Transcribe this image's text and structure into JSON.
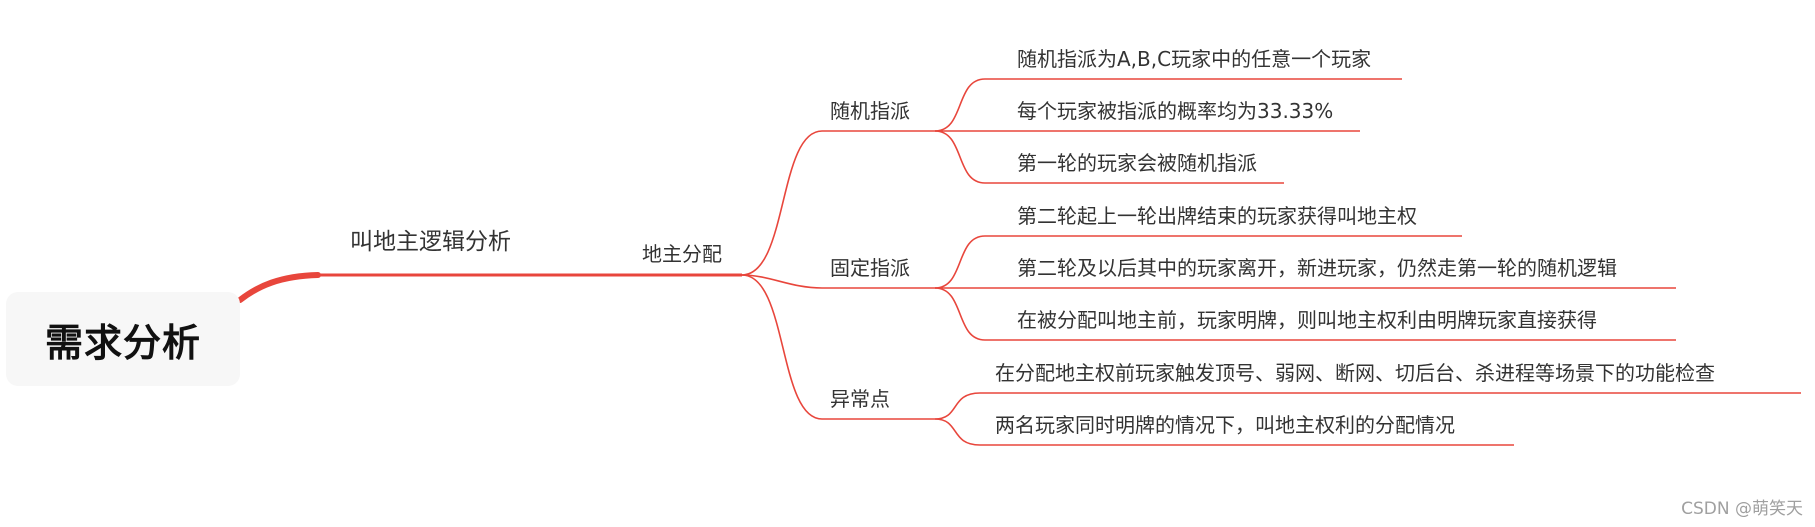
{
  "colors": {
    "branch": "#e8463c",
    "text": "#333333",
    "root_bg": "#f7f7f7",
    "watermark": "#a0a0a0"
  },
  "root": {
    "label": "需求分析"
  },
  "topic": {
    "label": "叫地主逻辑分析"
  },
  "subtopic": {
    "label": "地主分配"
  },
  "branches": [
    {
      "label": "随机指派",
      "children": [
        "随机指派为A,B,C玩家中的任意一个玩家",
        "每个玩家被指派的概率均为33.33%",
        "第一轮的玩家会被随机指派"
      ]
    },
    {
      "label": "固定指派",
      "children": [
        "第二轮起上一轮出牌结束的玩家获得叫地主权",
        "第二轮及以后其中的玩家离开，新进玩家，仍然走第一轮的随机逻辑",
        "在被分配叫地主前，玩家明牌，则叫地主权利由明牌玩家直接获得"
      ]
    },
    {
      "label": "异常点",
      "children": [
        "在分配地主权前玩家触发顶号、弱网、断网、切后台、杀进程等场景下的功能检查",
        "两名玩家同时明牌的情况下，叫地主权利的分配情况"
      ]
    }
  ],
  "watermark": "CSDN @萌笑天"
}
